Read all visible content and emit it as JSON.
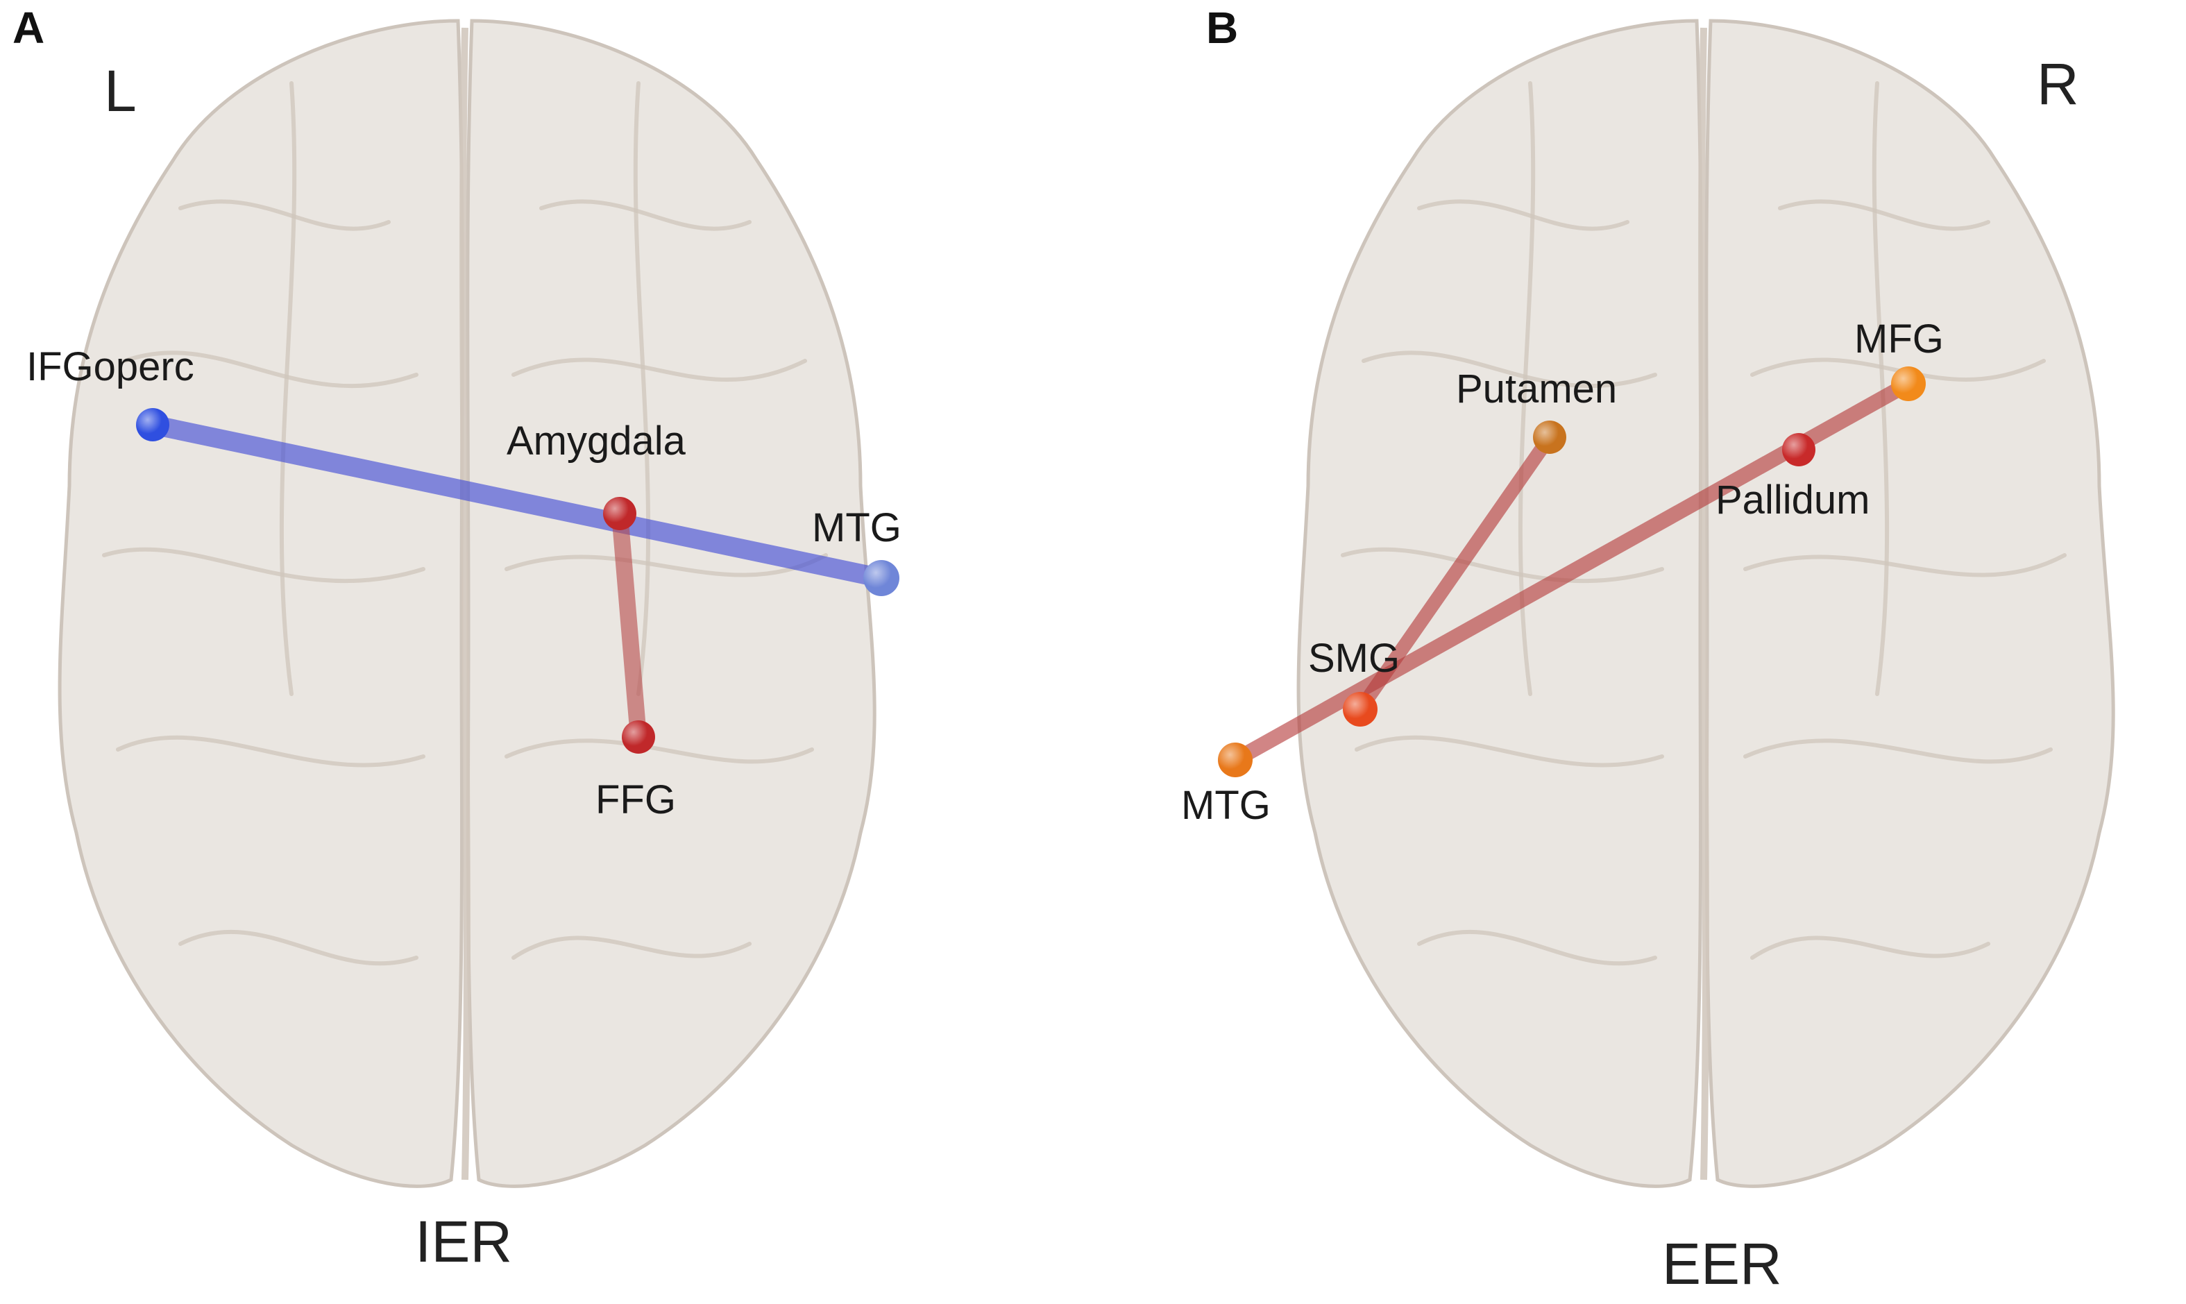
{
  "panels": [
    {
      "letter": "A",
      "side_label": "L",
      "condition": "IER",
      "nodes": [
        {
          "id": "ifgoperc",
          "label": "IFGoperc",
          "color": "#2f4fe0"
        },
        {
          "id": "amygdala",
          "label": "Amygdala",
          "color": "#c0282a"
        },
        {
          "id": "mtg",
          "label": "MTG",
          "color": "#6f86d8"
        },
        {
          "id": "ffg",
          "label": "FFG",
          "color": "#c0282a"
        }
      ],
      "edges": [
        {
          "from": "ifgoperc",
          "to": "mtg",
          "color": "#3a46d6"
        },
        {
          "from": "amygdala",
          "to": "ffg",
          "color": "#b84a4a"
        }
      ]
    },
    {
      "letter": "B",
      "side_label": "R",
      "condition": "EER",
      "nodes": [
        {
          "id": "mfg",
          "label": "MFG",
          "color": "#f28a1a"
        },
        {
          "id": "putamen",
          "label": "Putamen",
          "color": "#c8731e"
        },
        {
          "id": "pallidum",
          "label": "Pallidum",
          "color": "#c82a2a"
        },
        {
          "id": "smg",
          "label": "SMG",
          "color": "#e84a1e"
        },
        {
          "id": "mtg",
          "label": "MTG",
          "color": "#e8781a"
        }
      ],
      "edges": [
        {
          "from": "smg",
          "to": "putamen",
          "color": "#b53c3c"
        },
        {
          "from": "mtg",
          "to": "mfg",
          "color": "#b53c3c"
        }
      ]
    }
  ]
}
